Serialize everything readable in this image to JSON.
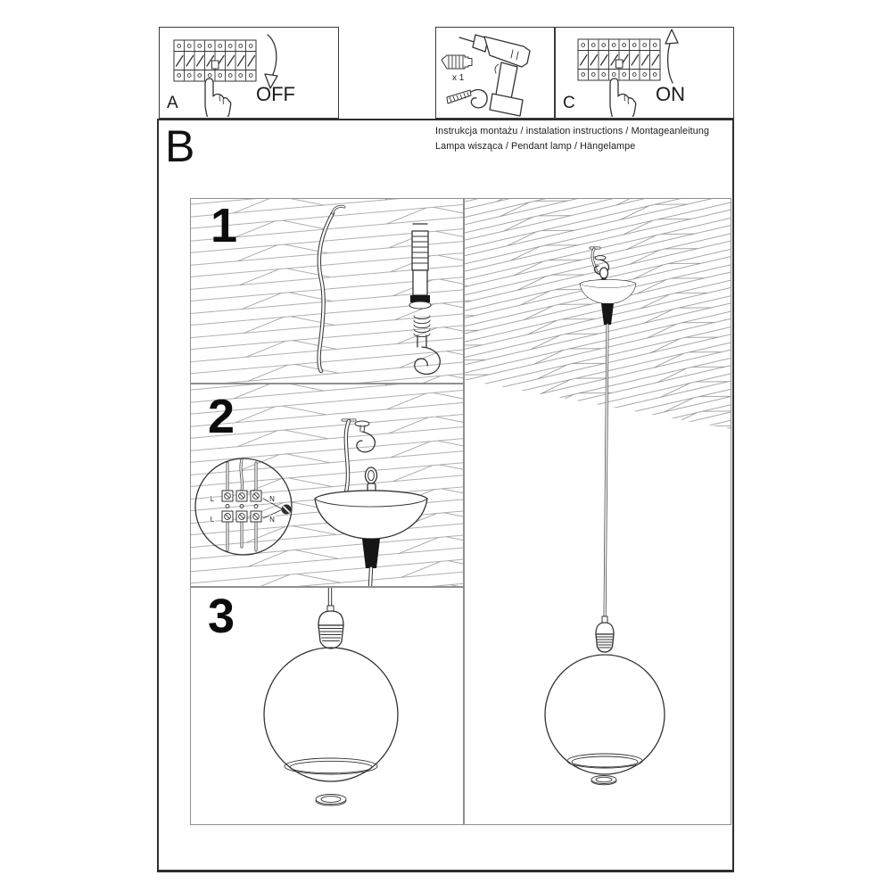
{
  "panel_a": {
    "label": "A",
    "action_label": "OFF"
  },
  "tools_panel": {
    "anchor_quantity": "x 1"
  },
  "panel_c": {
    "label": "C",
    "action_label": "ON"
  },
  "instructions_header": {
    "line1": "Instrukcja montażu / instalation instructions / Montageanleitung",
    "line2": "Lampa wisząca / Pendant lamp / Hängelampe"
  },
  "section_b": {
    "label": "B"
  },
  "steps": [
    {
      "number": "1"
    },
    {
      "number": "2"
    },
    {
      "number": "3"
    }
  ],
  "wiring_inset": {
    "live_label": "L",
    "neutral_label": "N"
  },
  "colors": {
    "ink": "#333333",
    "plank_line": "#969696",
    "grip_black": "#161616",
    "paper": "#ffffff"
  }
}
